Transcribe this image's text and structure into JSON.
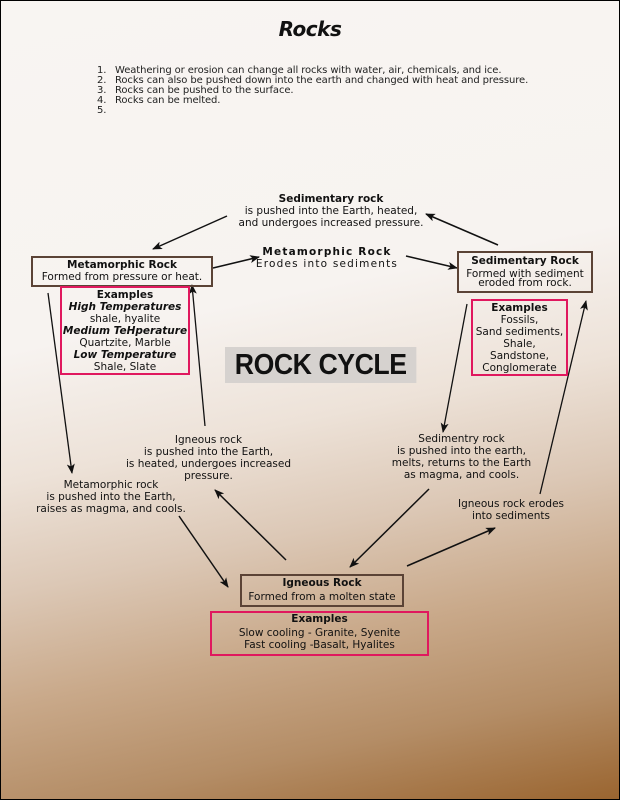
{
  "page": {
    "title": "Rocks",
    "facts": [
      {
        "num": "1.",
        "text": "Weathering or erosion can change all rocks with water, air, chemicals, and ice."
      },
      {
        "num": "2.",
        "text": "Rocks can also be pushed down into the earth and changed with heat and pressure."
      },
      {
        "num": "3.",
        "text": "Rocks can be pushed to the surface."
      },
      {
        "num": "4.",
        "text": "Rocks can be melted."
      },
      {
        "num": "5.",
        "text": ""
      }
    ]
  },
  "diagram": {
    "center_label": "ROCK CYCLE",
    "colors": {
      "box_border": "#5b4336",
      "examples_border": "#e0185e",
      "center_label_bg": "#d6d2cf",
      "background_top": "#f8f5f2",
      "background_bottom": "#9a6530"
    },
    "nodes": {
      "metamorphic": {
        "title": "Metamorphic Rock",
        "subtitle": "Formed from pressure or heat."
      },
      "sedimentary": {
        "title": "Sedimentary Rock",
        "subtitle_line1": "Formed with sediment",
        "subtitle_line2": "eroded from rock."
      },
      "igneous": {
        "title": "Igneous Rock",
        "subtitle": "Formed from a molten state"
      }
    },
    "examples": {
      "metamorphic": {
        "header": "Examples",
        "lines": [
          {
            "text": "High Temperatures",
            "style": "bold-italic"
          },
          {
            "text": "shale, hyalite",
            "style": "normal"
          },
          {
            "text": "Medium TeHperature",
            "style": "bold-italic"
          },
          {
            "text": "Quartzite, Marble",
            "style": "normal"
          },
          {
            "text": "Low Temperature",
            "style": "bold-italic"
          },
          {
            "text": "Shale, Slate",
            "style": "normal"
          }
        ]
      },
      "sedimentary": {
        "header": "Examples",
        "lines": [
          "Fossils,",
          "Sand sediments,",
          "Shale,",
          "Sandstone,",
          "Conglomerate"
        ]
      },
      "igneous": {
        "header": "Examples",
        "lines": [
          "Slow cooling - Granite, Syenite",
          "Fast cooling -Basalt, Hyalites"
        ]
      }
    },
    "transitions": {
      "sed_to_meta": {
        "title": "Sedimentary rock",
        "line1": "is pushed into the Earth, heated,",
        "line2": "and undergoes increased pressure."
      },
      "meta_to_sed": {
        "title": "Metamorphic Rock",
        "line1": "Erodes into sediments"
      },
      "ign_to_meta": {
        "line1": "Igneous rock",
        "line2": "is pushed into the Earth,",
        "line3": "is heated, undergoes increased",
        "line4": "pressure."
      },
      "meta_to_ign": {
        "line1": "Metamorphic rock",
        "line2": "is pushed into the Earth,",
        "line3": "raises as magma, and cools."
      },
      "sed_to_ign": {
        "line1": "Sedimentry rock",
        "line2": "is pushed into the earth,",
        "line3": "melts, returns to the Earth",
        "line4": "as magma, and cools."
      },
      "ign_to_sed": {
        "line1": "Igneous rock erodes",
        "line2": "into sediments"
      }
    }
  }
}
